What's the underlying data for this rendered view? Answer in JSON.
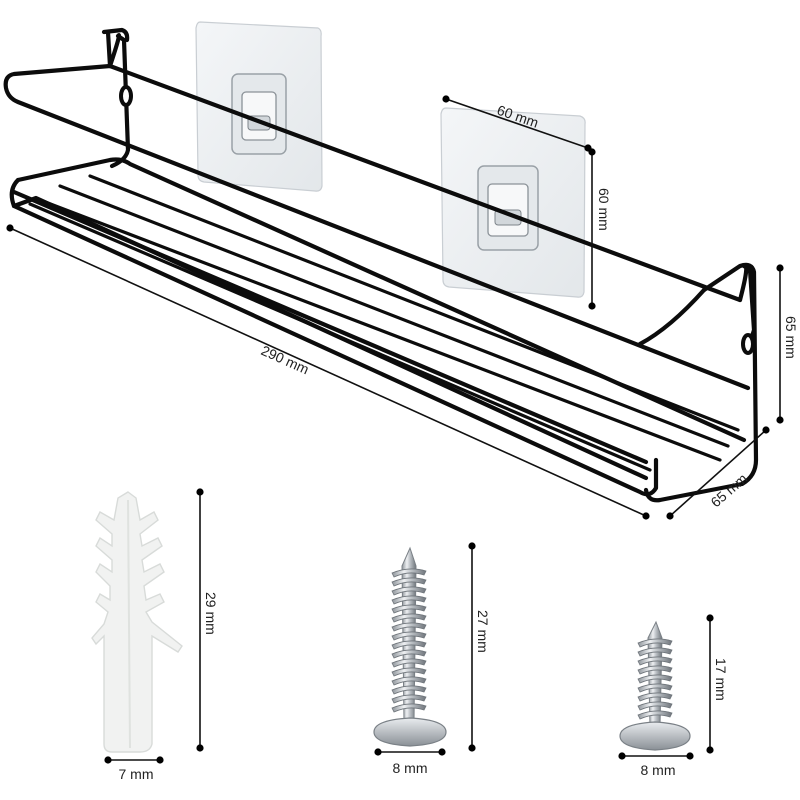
{
  "product": {
    "parts": [
      "wire-shelf",
      "adhesive-hook",
      "wall-anchor",
      "long-screw",
      "short-screw"
    ]
  },
  "dimensions": {
    "hook_width": "60 mm",
    "hook_height": "60 mm",
    "shelf_length": "290 mm",
    "shelf_height": "65 mm",
    "shelf_depth": "65 mm",
    "anchor_length": "29 mm",
    "anchor_width": "7 mm",
    "long_screw_length": "27 mm",
    "long_screw_head": "8 mm",
    "short_screw_length": "17 mm",
    "short_screw_head": "8 mm"
  },
  "colors": {
    "wire": "#0c0c0c",
    "hook": "#eef1f3",
    "anchor": "#f2f3f2",
    "screw": "#b9bec3"
  }
}
